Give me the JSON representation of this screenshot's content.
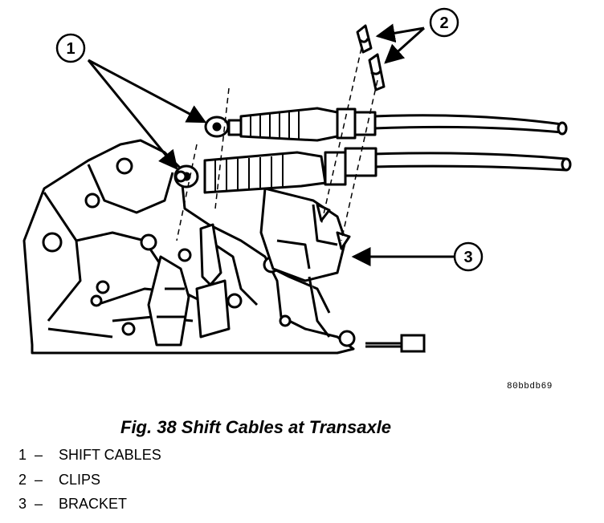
{
  "callouts": {
    "c1": "1",
    "c2": "2",
    "c3": "3"
  },
  "figure_code": "80bbdb69",
  "caption": "Fig. 38 Shift Cables at Transaxle",
  "legend": [
    {
      "num": "1",
      "dash": "–",
      "label": "SHIFT CABLES"
    },
    {
      "num": "2",
      "dash": "–",
      "label": "CLIPS"
    },
    {
      "num": "3",
      "dash": "–",
      "label": "BRACKET"
    }
  ]
}
